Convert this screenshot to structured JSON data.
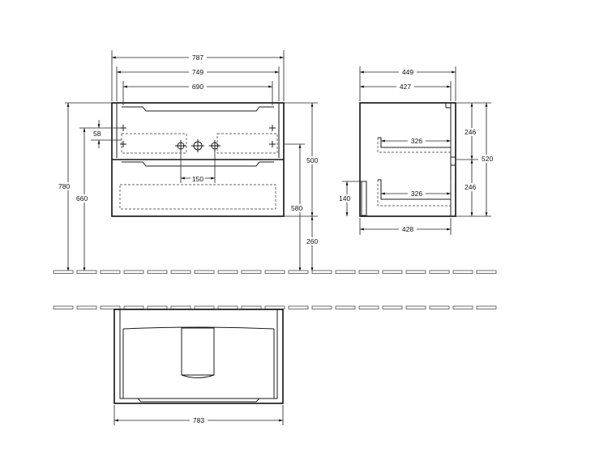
{
  "front_view": {
    "width_overall": "787",
    "width_inner": "749",
    "width_drawer": "690",
    "siphon_offset": "58",
    "tap_spacing": "150",
    "height_total": "780",
    "height_basin": "660",
    "height_body": "500",
    "height_top": "580",
    "height_floor": "260"
  },
  "side_view": {
    "depth_overall": "449",
    "depth_inner": "427",
    "drawer_depth_upper": "326",
    "drawer_depth_lower": "326",
    "depth_bottom": "428",
    "height_upper": "246",
    "height_lower": "246",
    "height_total": "520",
    "siphon_height": "140"
  },
  "top_view": {
    "width": "783"
  },
  "colors": {
    "line": "#1a1a1a",
    "background": "#ffffff"
  }
}
